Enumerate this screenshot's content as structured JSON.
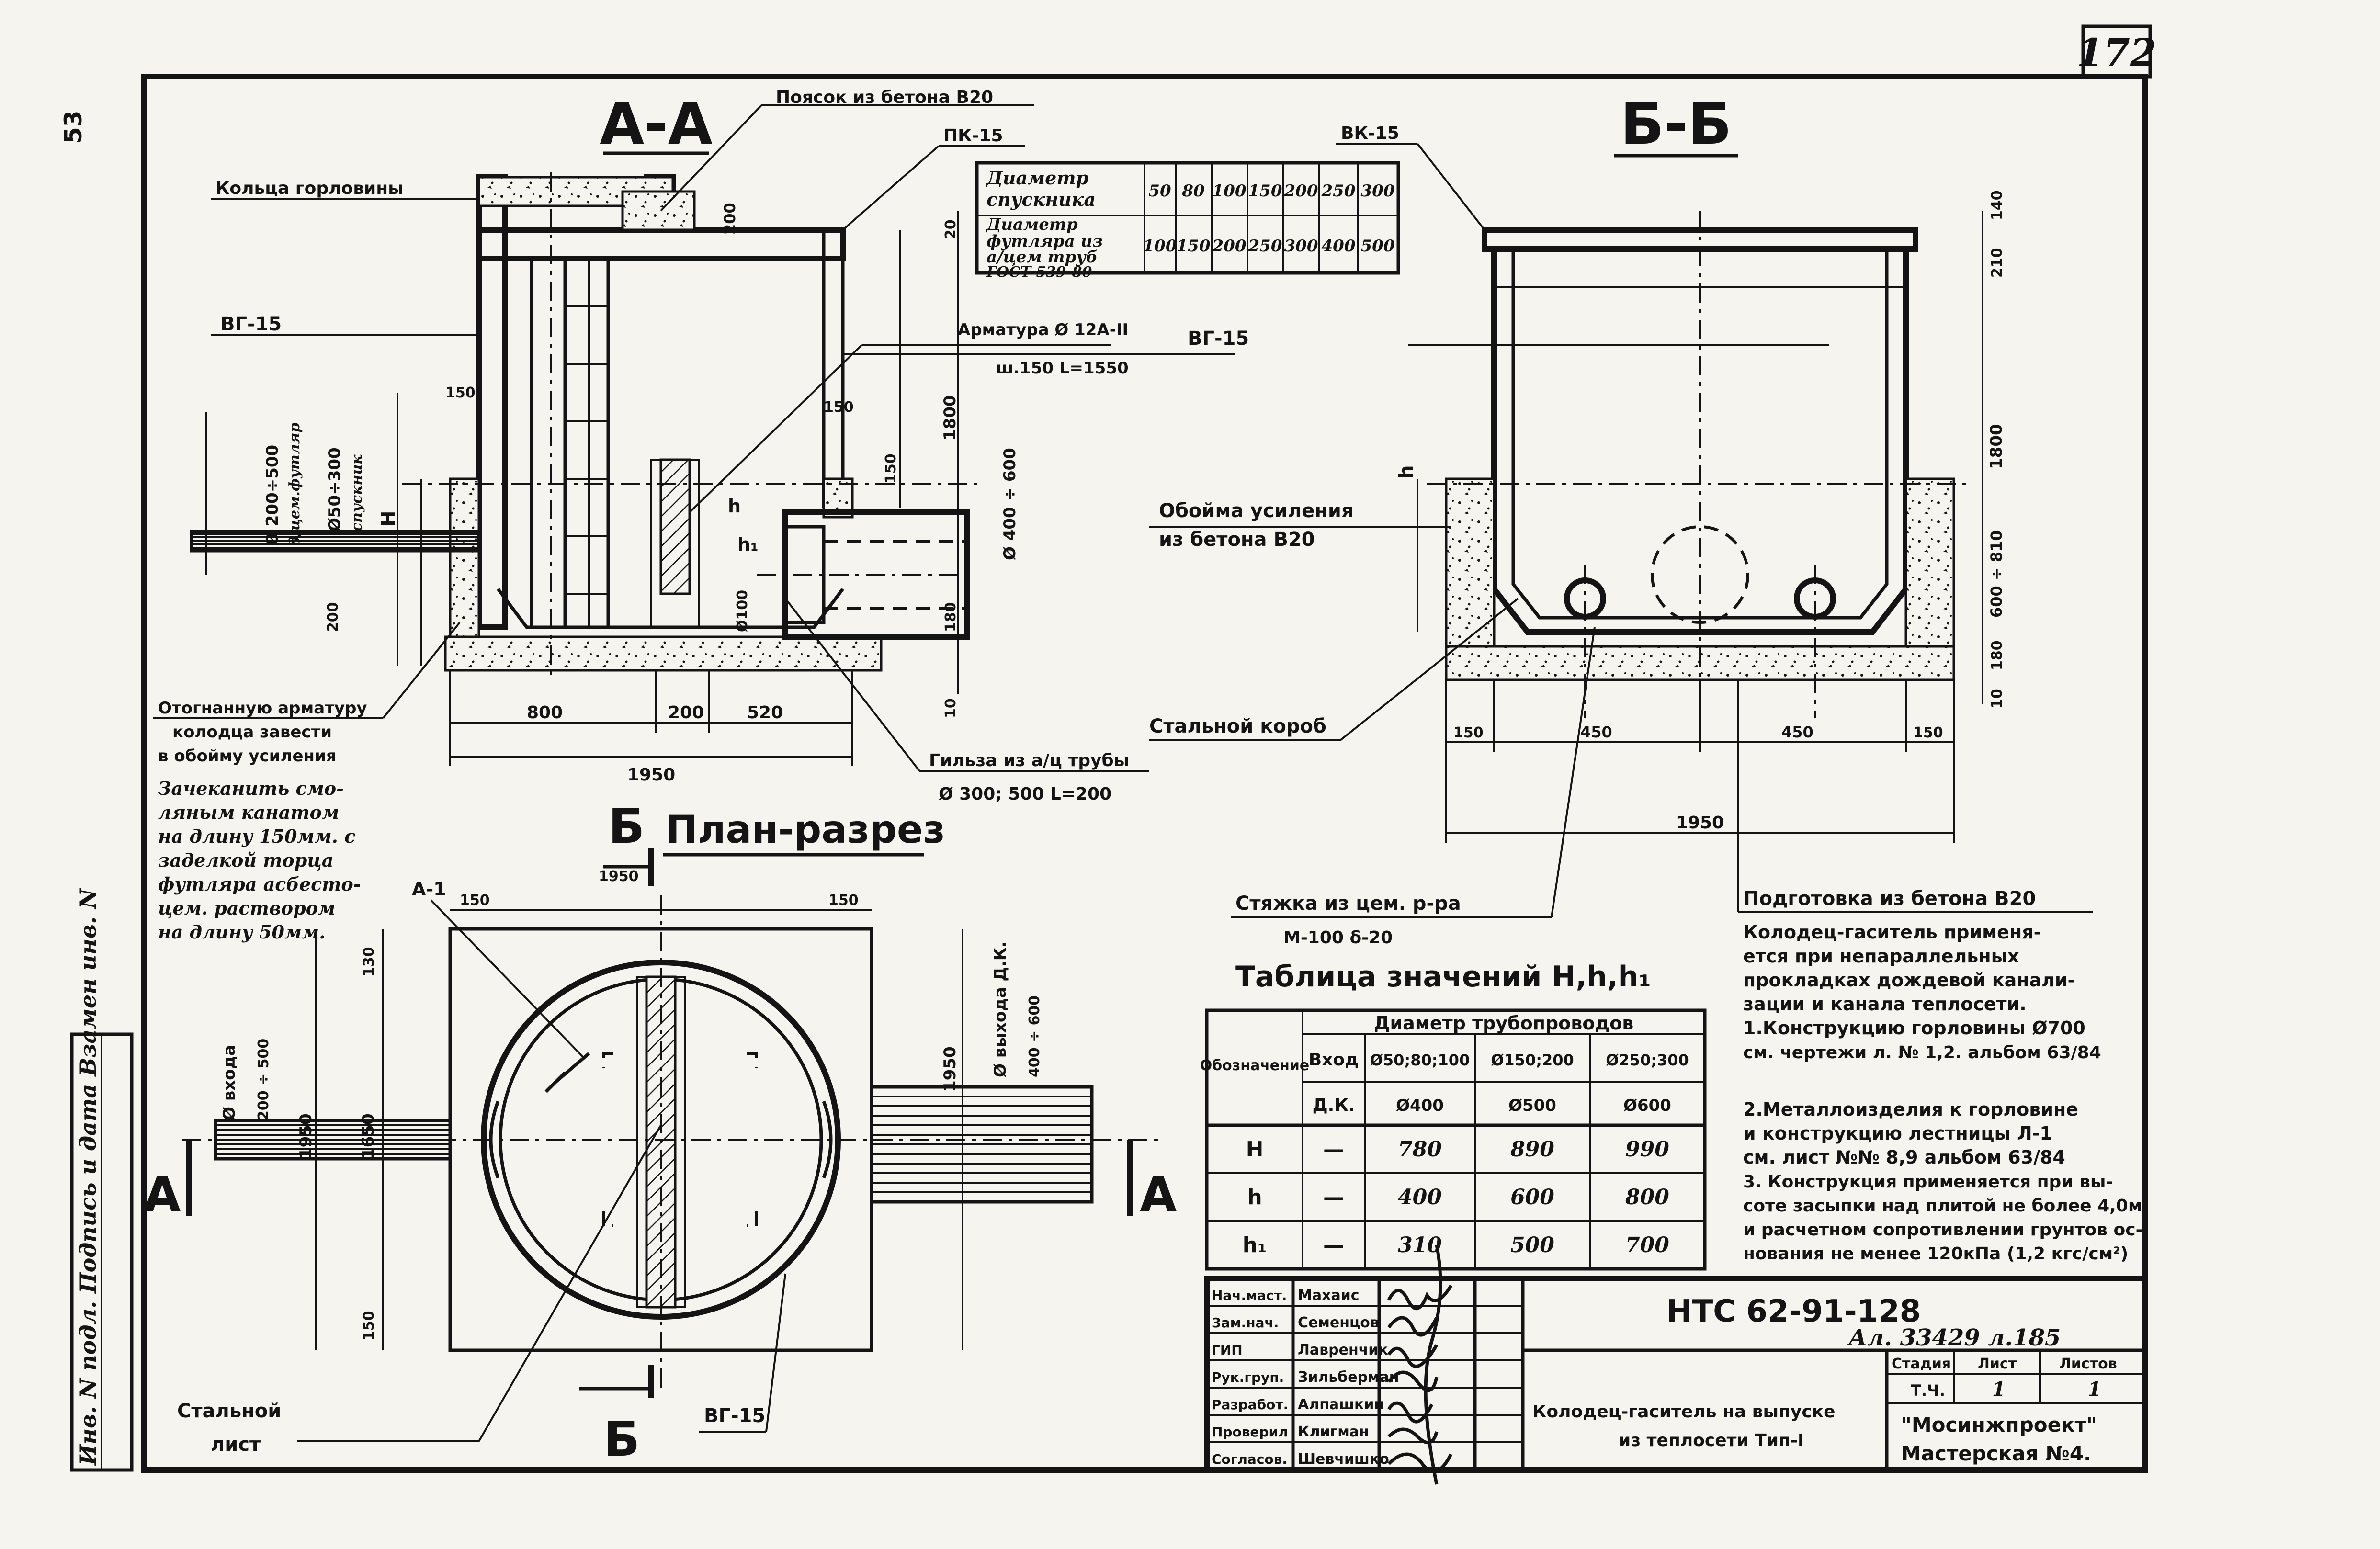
{
  "sheet": {
    "page_number": "172",
    "margin_mark": "53",
    "side_stamp": "Инв. N подл. Подпись и дата Взамен инв. N"
  },
  "section_aa": {
    "title": "А-А",
    "labels": {
      "poyasok": "Поясок из бетона В20",
      "pk15": "ПК-15",
      "kolca": "Кольца горловины",
      "vg15_left": "ВГ-15",
      "vg15_mid": "ВГ-15",
      "armatura": "Арматура Ø 12А-II",
      "armatura2": "ш.150 L=1550",
      "obognut1": "Отогнанную арматуру",
      "obognut2": "колодца завести",
      "obognut3": "в обойму усиления",
      "zachekanit": [
        "Зачеканить смо-",
        "ляным канатом",
        "на длину 150мм. с",
        "заделкой торца",
        "футляра асбесто-",
        "цем. раствором",
        "на длину 50мм."
      ],
      "gilza1": "Гильза из а/ц трубы",
      "gilza2": "Ø 300; 500 L=200",
      "d_fut": "Ø 200÷500",
      "d_fut2": "д/цем.футляр",
      "d_spusk": "Ø50÷300",
      "d_spusk2": "спускник",
      "d_400": "Ø 400 ÷ 600",
      "h_lbl": "H",
      "h_small": "h",
      "h1_lbl": "h₁",
      "d100": "Ø100"
    },
    "dims": {
      "d200top": "200",
      "d150a": "150",
      "d150b": "150",
      "d150c": "150",
      "d200": "200",
      "d1800": "1800",
      "d180": "180",
      "d100": "100",
      "d800": "800",
      "d200b": "200",
      "d520": "520",
      "d1950": "1950",
      "d20": "20",
      "d10": "10"
    }
  },
  "diameter_table": {
    "row1_label": [
      "Диаметр",
      "спускника"
    ],
    "row1": [
      "50",
      "80",
      "100",
      "150",
      "200",
      "250",
      "300"
    ],
    "row2_label": [
      "Диаметр",
      "футляра из",
      "а/цем труб",
      "ГОСТ 539-80"
    ],
    "row2": [
      "100",
      "150",
      "200",
      "250",
      "300",
      "400",
      "500"
    ]
  },
  "section_bb": {
    "title": "Б-Б",
    "vk15": "ВК-15",
    "oboima1": "Обойма усиления",
    "oboima2": "из бетона В20",
    "korob": "Стальной короб",
    "h_lbl": "h",
    "dims": {
      "d140": "140",
      "d210": "210",
      "d1800": "1800",
      "d600": "600 ÷ 810",
      "d180": "180",
      "d10": "10",
      "d150a": "150",
      "d450a": "450",
      "d450b": "450",
      "d150b": "150",
      "d1950": "1950"
    }
  },
  "plan": {
    "title": "План-разрез",
    "b_letter": "Б",
    "b_letter_bottom": "Б",
    "a_left": "А",
    "a_right": "А",
    "a1": "А-1",
    "stalnoy1": "Стальной",
    "stalnoy2": "лист",
    "vg15": "ВГ-15",
    "vhod1": "Ø входа",
    "vhod2": "200 ÷ 500",
    "vyhod1": "Ø выхода Д.К.",
    "vyhod2": "400 ÷ 600",
    "dims": {
      "d1950top": "1950",
      "d150a": "150",
      "d150b": "150",
      "d130": "130",
      "d1650": "1650",
      "d1950v": "1950",
      "d1950r": "1950",
      "d150c": "150"
    }
  },
  "notes": {
    "styazhka1": "Стяжка из цем. р-ра",
    "styazhka2": "М-100 δ-20",
    "podgotovka": "Подготовка из бетона В20",
    "text": [
      "Колодец-гаситель применя-",
      "ется при непараллельных",
      "прокладках дождевой канали-",
      "зации и канала теплосети.",
      "1.Конструкцию горловины Ø700",
      "см. чертежи л. № 1,2. альбом 63/84",
      "",
      "2.Металлоизделия к горловине",
      "и конструкцию лестницы Л-1",
      "см. лист №№ 8,9 альбом 63/84",
      "3. Конструкция применяется при вы-",
      "соте засыпки над плитой не более 4,0м",
      "и расчетном сопротивлении грунтов ос-",
      "нования не менее 120кПа (1,2 кгс/см²)"
    ]
  },
  "values_table": {
    "title": "Таблица значений H,h,h₁",
    "header_main": "Диаметр трубопроводов",
    "col_label": "Обозначение",
    "vhod": "Вход",
    "dk": "Д.К.",
    "cols": [
      "Ø50;80;100",
      "Ø150;200",
      "Ø250;300"
    ],
    "dk_vals": [
      "Ø400",
      "Ø500",
      "Ø600"
    ],
    "rows": [
      {
        "name": "H",
        "vhod": "—",
        "v": [
          "780",
          "890",
          "990"
        ]
      },
      {
        "name": "h",
        "vhod": "—",
        "v": [
          "400",
          "600",
          "800"
        ]
      },
      {
        "name": "h₁",
        "vhod": "—",
        "v": [
          "310",
          "500",
          "700"
        ]
      }
    ]
  },
  "title_block": {
    "code": "НТС 62-91-128",
    "album": "Ал. 33429 л.185",
    "roles": [
      "Нач.маст.",
      "Зам.нач.",
      "ГИП",
      "Рук.груп.",
      "Разработ.",
      "Проверил",
      "Согласов."
    ],
    "names": [
      "Махаис",
      "Семенцов",
      "Лавренчик",
      "Зильберман",
      "Алпашкин",
      "Клигман",
      "Шевчишко"
    ],
    "stage_h": "Стадия",
    "sheet_h": "Лист",
    "sheets_h": "Листов",
    "stage": "Т.Ч.",
    "sheet": "1",
    "sheets": "1",
    "name1": "Колодец-гаситель на выпуске",
    "name2": "из теплосети Тип-I",
    "org1": "\"Мосинжпроект\"",
    "org2": "Мастерская №4."
  }
}
